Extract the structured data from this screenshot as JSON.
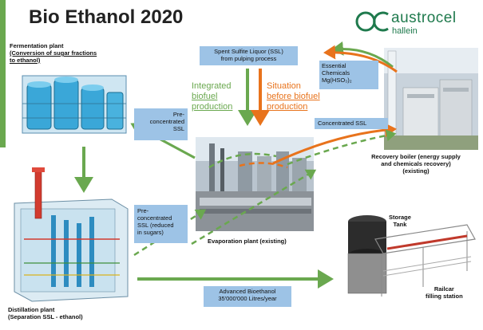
{
  "header": {
    "title": "Bio Ethanol 2020",
    "logo_name": "austrocel",
    "logo_sub": "hallein",
    "accent_color": "#6aa84f",
    "logo_color": "#1f7a4d"
  },
  "labels": {
    "fermentation": [
      "Fermentation plant",
      "(Conversion of sugar fractions",
      "to ethanol)"
    ],
    "distillation": [
      "Distillation plant",
      "(Separation SSL - ethanol)"
    ],
    "evaporation": [
      "Evaporation plant (existing)"
    ],
    "recovery": [
      "Recovery boiler (energy supply",
      "and chemicals recovery)",
      "(existing)"
    ],
    "storage": [
      "Storage",
      "Tank"
    ],
    "railcar": [
      "Railcar",
      "filling station"
    ]
  },
  "boxes": {
    "ssl": [
      "Spent Sulfite Liquor (SSL)",
      "from pulping process"
    ],
    "chemicals": [
      "Essential",
      "Chemicals",
      "Mg(HSO₃)₂"
    ],
    "concentrated": "Concentrated SSL",
    "pre_concentrated": [
      "Pre-",
      "concentrated",
      "SSL"
    ],
    "pre_concentrated_sugar": [
      "Pre-",
      "concentrated",
      "SSL (reduced",
      "in sugars)"
    ],
    "advanced": [
      "Advanced Bioethanol",
      "35'000'000 Litres/year"
    ]
  },
  "scenario_labels": {
    "integrated": [
      "Integrated",
      "biofuel",
      "production"
    ],
    "situation": [
      "Situation",
      "before biofuel",
      "production"
    ]
  },
  "colors": {
    "green": "#6aa84f",
    "orange": "#e8731c",
    "box_blue": "#9dc3e6"
  }
}
